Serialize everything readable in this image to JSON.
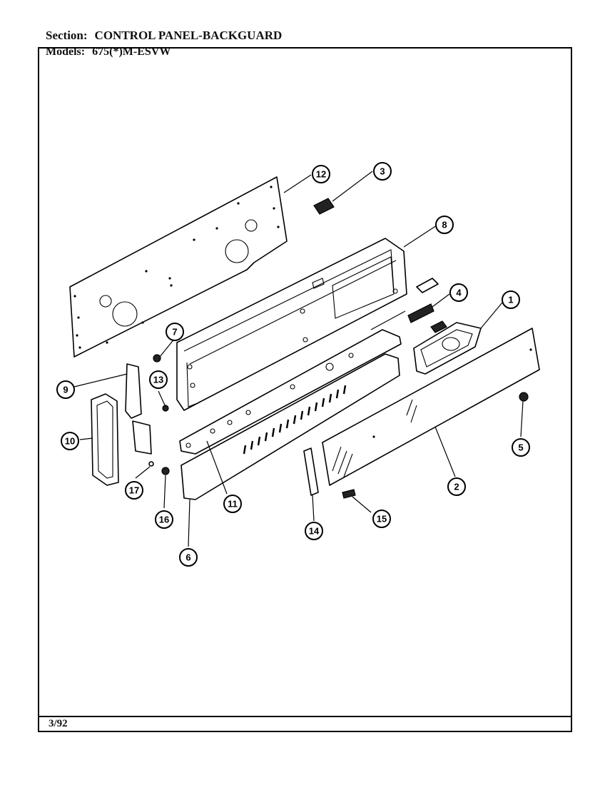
{
  "header": {
    "section_label": "Section:",
    "section_value": "CONTROL PANEL-BACKGUARD",
    "models_label": "Models:",
    "models_value": "675(*)M-ESVW"
  },
  "footer": {
    "date": "3/92"
  },
  "callouts": [
    "1",
    "2",
    "3",
    "4",
    "5",
    "6",
    "7",
    "8",
    "9",
    "10",
    "11",
    "12",
    "13",
    "14",
    "15",
    "16",
    "17"
  ]
}
